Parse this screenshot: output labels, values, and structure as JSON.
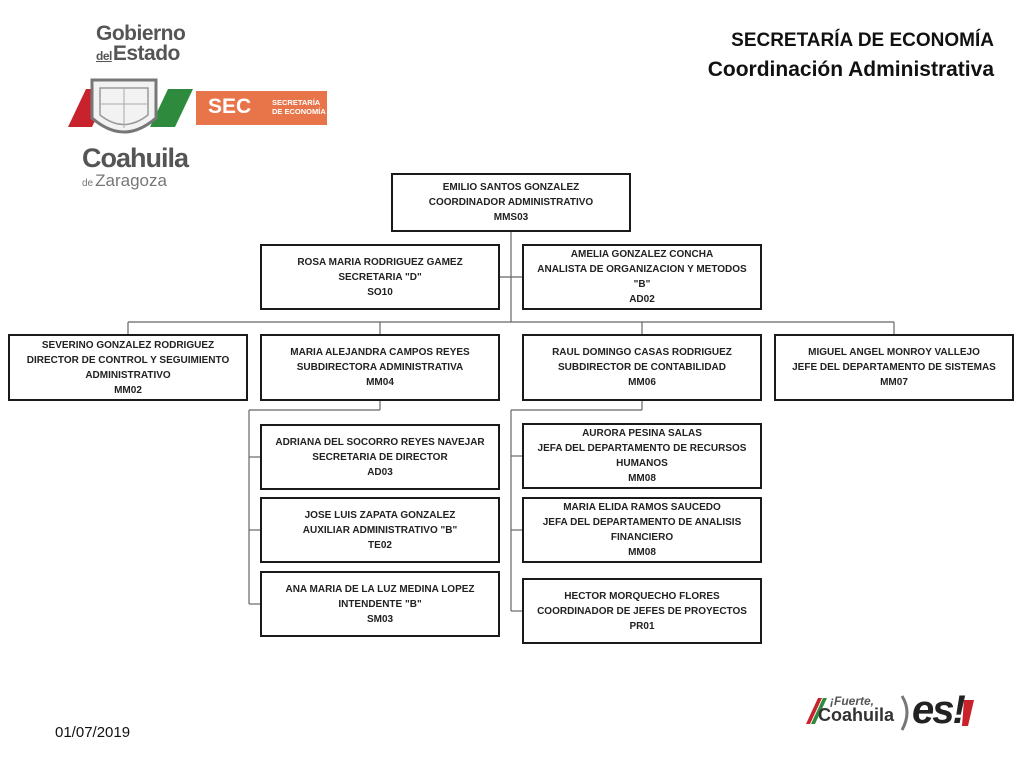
{
  "header": {
    "title": "SECRETARÍA DE ECONOMÍA",
    "subtitle": "Coordinación Administrativa"
  },
  "logo": {
    "gobierno": "Gobierno",
    "del": "del",
    "estado": "Estado",
    "coahuila": "Coahuila",
    "de": "de",
    "zaragoza": "Zaragoza",
    "sec": "SEC",
    "sec_desc_1": "SECRETARÍA",
    "sec_desc_2": "DE ECONOMÍA",
    "green": "#2e8b3d",
    "red": "#c8232c",
    "orange": "#e8744a"
  },
  "footer": {
    "date": "01/07/2019",
    "fuerte": "¡Fuerte,",
    "coahuila": "Coahuila",
    "es": "es!"
  },
  "org": {
    "coordinador": {
      "name": "EMILIO SANTOS GONZALEZ",
      "role": "COORDINADOR ADMINISTRATIVO",
      "code": "MMS03"
    },
    "secretaria": {
      "name": "ROSA MARIA RODRIGUEZ GAMEZ",
      "role": "SECRETARIA \"D\"",
      "code": "SO10"
    },
    "analista": {
      "name": "AMELIA GONZALEZ CONCHA",
      "role": "ANALISTA DE ORGANIZACION Y METODOS \"B\"",
      "code": "AD02"
    },
    "director_control": {
      "name": "SEVERINO GONZALEZ RODRIGUEZ",
      "role": "DIRECTOR DE CONTROL Y SEGUIMIENTO ADMINISTRATIVO",
      "code": "MM02"
    },
    "subdir_admin": {
      "name": "MARIA ALEJANDRA CAMPOS REYES",
      "role": "SUBDIRECTORA ADMINISTRATIVA",
      "code": "MM04"
    },
    "subdir_conta": {
      "name": "RAUL DOMINGO CASAS RODRIGUEZ",
      "role": "SUBDIRECTOR DE CONTABILIDAD",
      "code": "MM06"
    },
    "jefe_sistemas": {
      "name": "MIGUEL ANGEL MONROY VALLEJO",
      "role": "JEFE DEL DEPARTAMENTO DE SISTEMAS",
      "code": "MM07"
    },
    "sec_director": {
      "name": "ADRIANA DEL SOCORRO REYES NAVEJAR",
      "role": "SECRETARIA DE DIRECTOR",
      "code": "AD03"
    },
    "aux_admin": {
      "name": "JOSE LUIS ZAPATA GONZALEZ",
      "role": "AUXILIAR ADMINISTRATIVO \"B\"",
      "code": "TE02"
    },
    "intendente": {
      "name": "ANA MARIA DE LA LUZ MEDINA LOPEZ",
      "role": "INTENDENTE \"B\"",
      "code": "SM03"
    },
    "jefa_rh": {
      "name": "AURORA PESINA SALAS",
      "role": "JEFA DEL DEPARTAMENTO DE RECURSOS HUMANOS",
      "code": "MM08"
    },
    "jefa_af": {
      "name": "MARIA ELIDA RAMOS SAUCEDO",
      "role": "JEFA DEL DEPARTAMENTO DE ANALISIS FINANCIERO",
      "code": "MM08"
    },
    "coord_jefes": {
      "name": "HECTOR MORQUECHO FLORES",
      "role": "COORDINADOR DE JEFES DE PROYECTOS",
      "code": "PR01"
    }
  }
}
